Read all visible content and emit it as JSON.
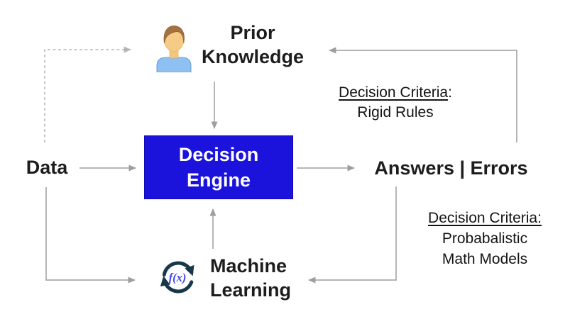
{
  "diagram": {
    "nodes": {
      "prior_knowledge": {
        "lines": [
          "Prior",
          "Knowledge"
        ]
      },
      "decision_engine": {
        "lines": [
          "Decision",
          "Engine"
        ],
        "bg_color": "#1b13db",
        "text_color": "#ffffff"
      },
      "data": {
        "label": "Data"
      },
      "answers_errors": {
        "label": "Answers | Errors"
      },
      "machine_learning": {
        "lines": [
          "Machine",
          "Learning"
        ]
      }
    },
    "annotations": {
      "criteria_top": {
        "heading": "Decision Criteria",
        "heading_suffix": ":",
        "lines": [
          "Rigid Rules"
        ]
      },
      "criteria_bottom": {
        "heading": "Decision Criteria:",
        "heading_suffix": "",
        "lines": [
          "Probabalistic",
          "Math Models"
        ]
      }
    },
    "icons": {
      "fx_cycle": {
        "label": "f(x)",
        "arrow_color": "#17384a",
        "label_color": "#4445e6"
      },
      "person": {
        "name": "user-avatar",
        "hair_color": "#a5713f",
        "skin_color": "#f6cb85",
        "shirt_color": "#8fc0f2"
      }
    },
    "colors": {
      "arrow": "#9e9e9e",
      "dashed_arrow": "#b5b5b5",
      "text": "#1d1d1d",
      "background": "#ffffff"
    }
  }
}
